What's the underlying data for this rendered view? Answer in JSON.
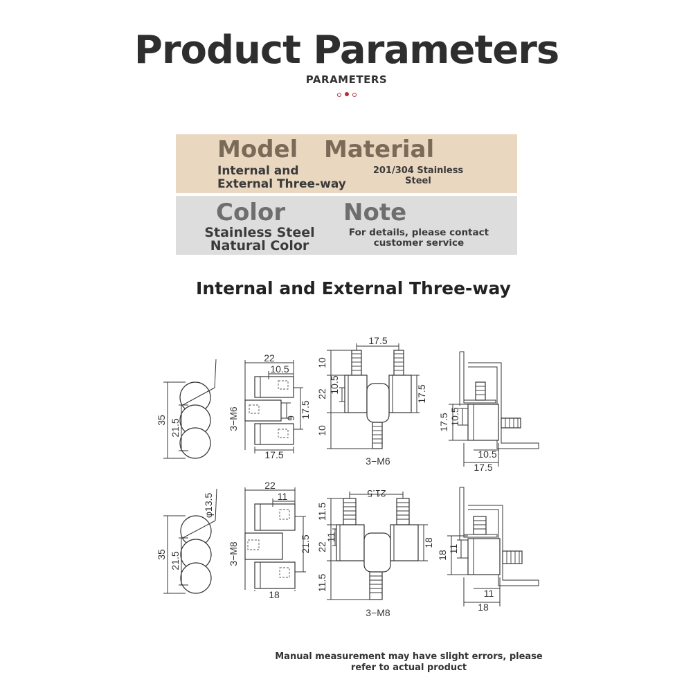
{
  "header": {
    "title": "Product Parameters",
    "subtitle": "PARAMETERS",
    "accent_color": "#b0333a"
  },
  "params": {
    "model_label": "Model",
    "model_value_1": "Internal and",
    "model_value_2": "External Three-way",
    "material_label": "Material",
    "material_value_1": "201/304 Stainless",
    "material_value_2": "Steel",
    "color_label": "Color",
    "color_value_1": "Stainless Steel",
    "color_value_2": "Natural Color",
    "note_label": "Note",
    "note_value_1": "For details, please contact",
    "note_value_2": "customer service",
    "band1_color": "#ead7bf",
    "band2_color": "#dddddd",
    "band1_label_color": "#7a6a58",
    "band2_label_color": "#6e6e6e"
  },
  "section": {
    "title": "Internal and External Three-way"
  },
  "drawing_m6": {
    "front_h35": "35",
    "front_h21_5": "21.5",
    "side_w22": "22",
    "side_w10_5": "10.5",
    "side_h17_5": "17.5",
    "side_h9": "9",
    "side_thread": "3−M6",
    "side_bottom17_5": "17.5",
    "top_w17_5": "17.5",
    "top_h10a": "10",
    "top_h10_5": "10.5",
    "top_h22": "22",
    "top_h10b": "10",
    "top_h17_5": "17.5",
    "top_thread": "3−M6",
    "end_h17_5": "17.5",
    "end_h10_5": "10.5",
    "end_w10_5": "10.5",
    "end_w17_5": "17.5"
  },
  "drawing_m8": {
    "front_dia": "φ13.5",
    "front_h35": "35",
    "front_h21_5": "21.5",
    "side_w22": "22",
    "side_w11": "11",
    "side_h21_5": "21.5",
    "side_thread": "3−M8",
    "side_bottom18": "18",
    "top_w21_5": "21.5",
    "top_h11_5a": "11.5",
    "top_h11": "11",
    "top_h22": "22",
    "top_h11_5b": "11.5",
    "top_h18": "18",
    "top_thread": "3−M8",
    "end_h18": "18",
    "end_h11": "11",
    "end_w11": "11",
    "end_w18": "18"
  },
  "footer": {
    "note_1": "Manual measurement may have slight errors, please",
    "note_2": "refer to actual product"
  }
}
